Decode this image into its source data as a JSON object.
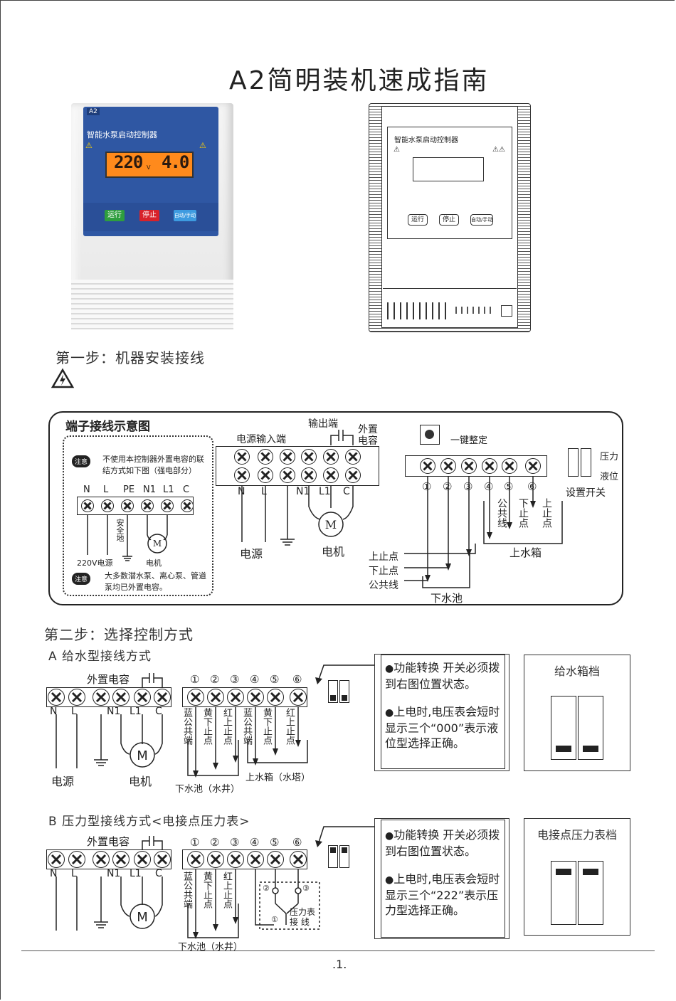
{
  "title": "A2简明装机速成指南",
  "device_photo": {
    "badge": "A2",
    "title": "智能水泵启动控制器",
    "lcd_left": "220",
    "lcd_left_unit": "V",
    "lcd_right": "4.0",
    "buttons": [
      "运行",
      "停止",
      "自动/手动"
    ],
    "colors": {
      "panel": "#2f57a3",
      "lcd": "#ff8a1c",
      "run": "#2e9e3e",
      "stop": "#d8222a",
      "auto": "#3d9be0"
    }
  },
  "device_drawing": {
    "title": "智能水泵启动控制器",
    "buttons": [
      "运行",
      "停止",
      "自动/手动"
    ]
  },
  "step1": {
    "heading": "第一步：机器安装接线",
    "diagram_title": "端子接线示意图",
    "note_label": "注意",
    "note1": "不使用本控制器外置电容的联结方式如下图（强电部分）",
    "terminal_labels": [
      "N",
      "L",
      "PE",
      "N1",
      "L1",
      "C"
    ],
    "ground_label": "安全地",
    "source_label": "220V电源",
    "motor_label": "电机",
    "note2": "大多数潜水泵、离心泵、管道泵均已外置电容。",
    "output_label": "输出端",
    "cap_label": "外置电容",
    "power_input_label": "电源输入端",
    "main_terminals": [
      "N",
      "L",
      "N1",
      "L1",
      "C"
    ],
    "power_label": "电源",
    "motor2_label": "电机",
    "m_symbol": "M",
    "button_label": "一键整定",
    "numbers": [
      "①",
      "②",
      "③",
      "④",
      "⑤",
      "⑥"
    ],
    "switch_label1": "压力",
    "switch_label2": "液位",
    "switch_caption": "设置开关",
    "vertical_labels": [
      "公共线",
      "下止点",
      "上止点"
    ],
    "upper_tank": "上水箱",
    "upper_stop": "上止点",
    "lower_stop": "下止点",
    "common": "公共线",
    "lower_pool": "下水池"
  },
  "step2": {
    "heading": "第二步：选择控制方式",
    "a": {
      "heading": "A 给水型接线方式",
      "cap_label": "外置电容",
      "terminals": [
        "N",
        "L",
        "N1",
        "L1",
        "C"
      ],
      "numbers": [
        "①",
        "②",
        "③",
        "④",
        "⑤",
        "⑥"
      ],
      "vlabels": [
        "蓝公共端",
        "黄下止点",
        "红上止点",
        "蓝公共端",
        "黄下止点",
        "红上止点"
      ],
      "power": "电源",
      "motor": "电机",
      "lower_pool": "下水池（水井）",
      "upper_tank": "上水箱（水塔）",
      "note_items": [
        "功能转换 开关必须拨到右图位置状态。",
        "上电时,电压表会短时显示三个“000”表示液位型选择正确。"
      ],
      "mode_box_title": "给水箱档"
    },
    "b": {
      "heading": "B 压力型接线方式<电接点压力表>",
      "cap_label": "外置电容",
      "terminals": [
        "N",
        "L",
        "N1",
        "L1",
        "C"
      ],
      "numbers": [
        "①",
        "②",
        "③",
        "④",
        "⑤",
        "⑥"
      ],
      "vlabels": [
        "蓝公共端",
        "黄下止点",
        "红上止点"
      ],
      "lower_pool": "下水池（水井）",
      "gauge_numbers": [
        "②",
        "③",
        "①"
      ],
      "gauge_label": "压力表接 线",
      "note_items": [
        "功能转换 开关必须拨到右图位置状态。",
        "上电时,电压表会短时显示三个“222”表示压力型选择正确。"
      ],
      "mode_box_title": "电接点压力表档"
    }
  },
  "page_number": ".1."
}
